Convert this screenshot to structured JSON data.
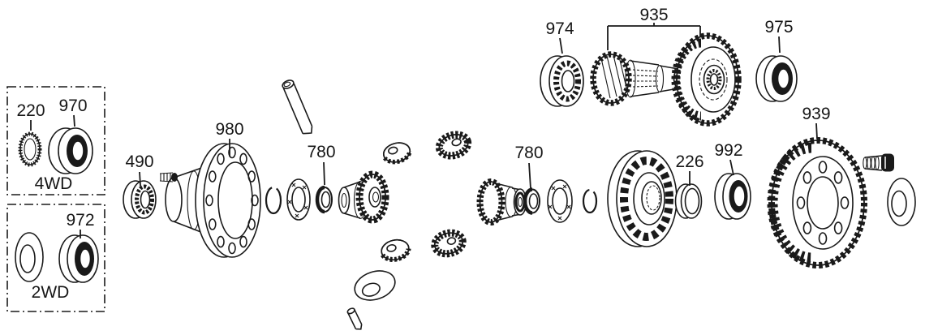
{
  "diagram": {
    "type": "exploded-parts-diagram",
    "colors": {
      "background": "#ffffff",
      "line": "#1a1a1a"
    },
    "insets": {
      "fourwd": {
        "label": "4WD",
        "callouts": {
          "c220": "220",
          "c970": "970"
        }
      },
      "twowd": {
        "label": "2WD",
        "callouts": {
          "c972": "972"
        }
      }
    },
    "main": {
      "callouts": {
        "c490": "490",
        "c980": "980",
        "c780_left": "780",
        "c780_right": "780",
        "c974": "974",
        "c935": "935",
        "c975": "975",
        "c226": "226",
        "c992": "992",
        "c939": "939"
      }
    }
  }
}
